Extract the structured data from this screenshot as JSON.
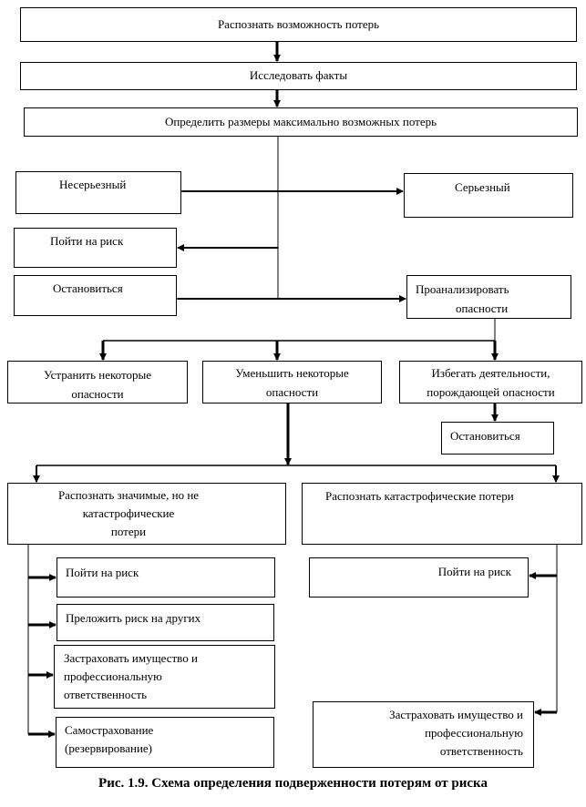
{
  "boxes": {
    "recognize_loss": "Распознать возможность потерь",
    "research_facts": "Исследовать факты",
    "determine_size": "Определить размеры  максимально возможных потерь",
    "not_serious": "Несерьезный",
    "serious": "Серьезный",
    "take_risk_1": "Пойти на риск",
    "stop_1": "Остановиться",
    "analyze": "Проанализировать",
    "analyze_2": "опасности",
    "eliminate": "Устранить некоторые",
    "eliminate_2": "опасности",
    "reduce": "Уменьшить некоторые",
    "reduce_2": "опасности",
    "avoid": "Избегать деятельности,",
    "avoid_2": "порождающей опасности",
    "stop_2": "Остановиться",
    "significant": "Распознать  значимые, но не",
    "significant_2": "катастрофические",
    "significant_3": "потери",
    "catastrophic": "Распознать  катастрофические потери",
    "take_risk_l": "Пойти на риск",
    "shift_risk": "Преложить риск на других",
    "insure_l": "Застраховать имущество и",
    "insure_l_2": "профессиональную",
    "insure_l_3": "ответственность",
    "self_insure": "Самострахование",
    "self_insure_2": "(резервирование)",
    "take_risk_r": "Пойти на риск",
    "insure_r": "Застраховать имущество и",
    "insure_r_2": "профессиональную",
    "insure_r_3": "ответственность"
  },
  "caption": "Рис. 1.9. Схема определения  подверженности потерям от риска"
}
